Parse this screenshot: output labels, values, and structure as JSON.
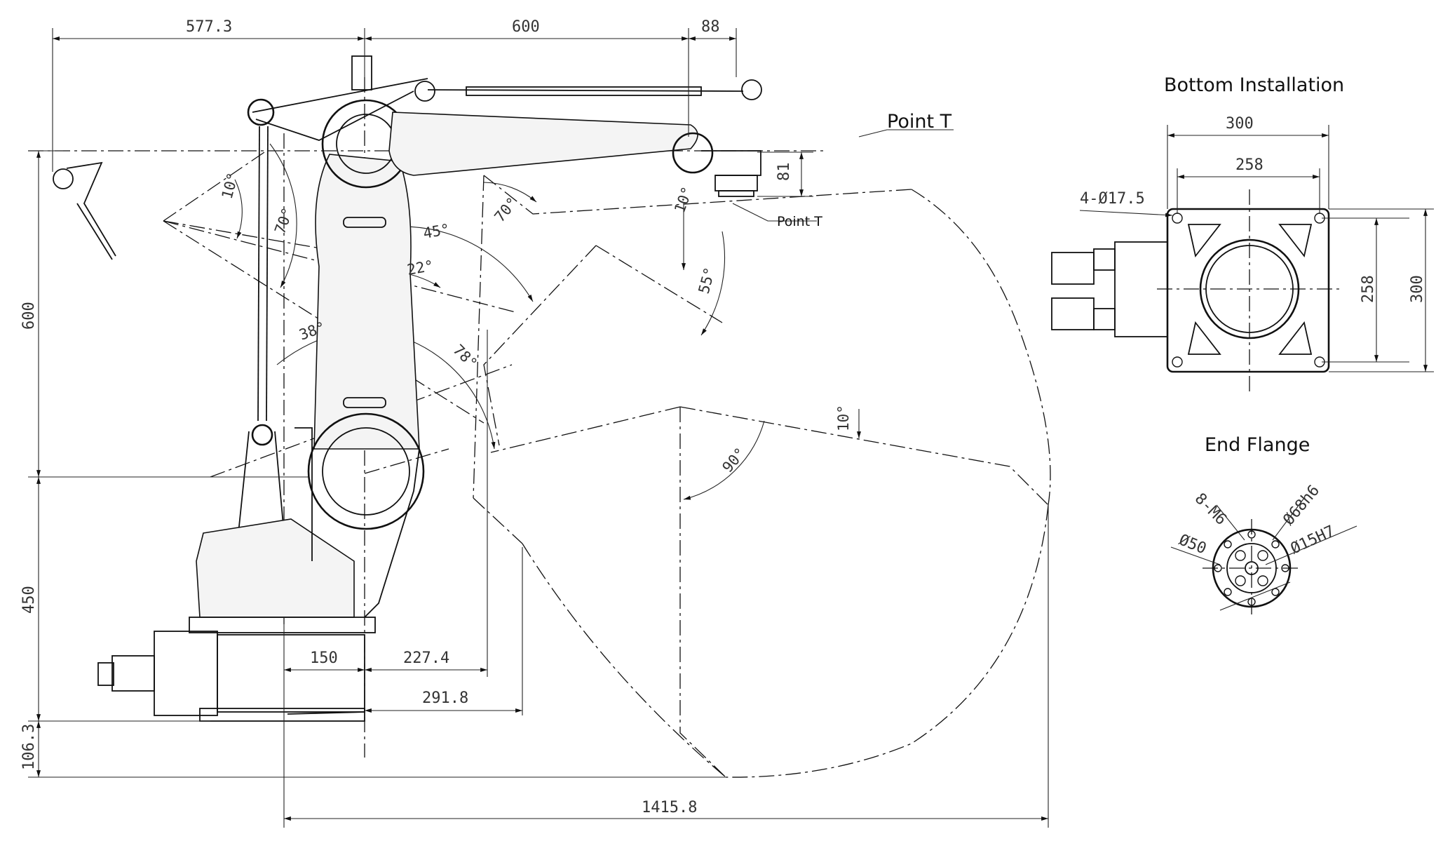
{
  "labels": {
    "point_t_main": "Point T",
    "point_t_small": "Point T",
    "bottom_installation": "Bottom Installation",
    "end_flange": "End Flange"
  },
  "dimensions": {
    "top_577": "577.3",
    "top_600": "600",
    "top_88": "88",
    "right_81": "81",
    "left_600": "600",
    "left_450": "450",
    "left_106": "106.3",
    "base_150": "150",
    "base_227": "227.4",
    "base_291": "291.8",
    "bottom_1415": "1415.8",
    "bi_300_top": "300",
    "bi_258_top": "258",
    "bi_holes": "4-Ø17.5",
    "bi_258_side": "258",
    "bi_300_side": "300",
    "ef_m6": "8-M6",
    "ef_68": "Ø68h6",
    "ef_15": "Ø15H7",
    "ef_50": "Ø50"
  },
  "angles": {
    "a10_left": "10°",
    "a70_left": "70°",
    "a45": "45°",
    "a22": "22°",
    "a38": "38°",
    "a78": "78°",
    "a70_mid": "70°",
    "a10_mid": "10°",
    "a55": "55°",
    "a10_low": "10°",
    "a90": "90°"
  }
}
